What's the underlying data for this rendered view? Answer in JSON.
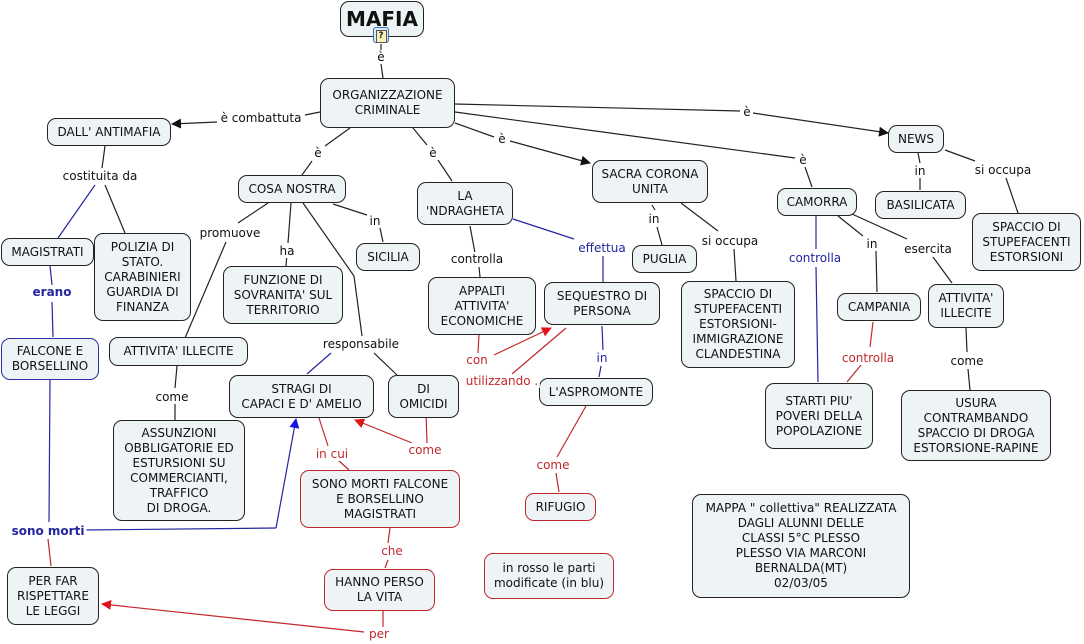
{
  "title": "MAFIA",
  "title_icon": "document-question-icon",
  "colors": {
    "node_fill": "#eef3f6",
    "black_link": "#222222",
    "red_link": "#c0282d",
    "blue_link": "#2326a0"
  },
  "nodes": {
    "mafia": "MAFIA",
    "organizzazione": "ORGANIZZAZIONE\nCRIMINALE",
    "antimafia": "DALL' ANTIMAFIA",
    "magistrati": "MAGISTRATI",
    "polizia": "POLIZIA DI\nSTATO.\nCARABINIERI\nGUARDIA DI\nFINANZA",
    "falcone": "FALCONE E\nBORSELLINO",
    "cosa_nostra": "COSA NOSTRA",
    "funzione": "FUNZIONE DI\nSOVRANITA' SUL\nTERRITORIO",
    "sicilia": "SICILIA",
    "attivita_illecite_cn": "ATTIVITA' ILLECITE",
    "assunzioni": "ASSUNZIONI\nOBBLIGATORIE ED\nESTURSIONI SU\nCOMMERCIANTI,\nTRAFFICO\nDI DROGA.",
    "stragi": "STRAGI DI\nCAPACI E D' AMELIO",
    "omicidi": "DI\nOMICIDI",
    "sono_morti_falcone": "SONO MORTI FALCONE\nE BORSELLINO\nMAGISTRATI",
    "hanno_perso": "HANNO PERSO\nLA VITA",
    "rispettare": "PER FAR\nRISPETTARE\nLE LEGGI",
    "ndrangheta": "LA\n'NDRAGHETA",
    "appalti": "APPALTI\nATTIVITA'\nECONOMICHE",
    "sequestro": "SEQUESTRO DI\nPERSONA",
    "aspromonte": "L'ASPROMONTE",
    "rifugio": "RIFUGIO",
    "sacra_corona": "SACRA CORONA\nUNITA",
    "puglia": "PUGLIA",
    "spaccio_scu": "SPACCIO DI\nSTUPEFACENTI\nESTORSIONI-\nIMMIGRAZIONE\nCLANDESTINA",
    "camorra": "CAMORRA",
    "campania": "CAMPANIA",
    "attivita_illecite_cam": "ATTIVITA'\nILLECITE",
    "starti": "STARTI PIU'\nPOVERI DELLA\nPOPOLAZIONE",
    "usura": "USURA\nCONTRAMBANDO\nSPACCIO DI DROGA\nESTORSIONE-RAPINE",
    "news": "NEWS",
    "basilicata": "BASILICATA",
    "spaccio_news": "SPACCIO DI\nSTUPEFACENTI\nESTORSIONI",
    "legend": "in rosso le  parti\nmodificate (in blu)",
    "credits": "MAPPA \" collettiva\" REALIZZATA\nDAGLI ALUNNI DELLE\nCLASSI 5°C PLESSO\nPLESSO VIA MARCONI\nBERNALDA(MT)\n02/03/05"
  },
  "links": {
    "e_org": "è",
    "combattuta": "è combattuta",
    "costituita": "costituita da",
    "erano": "erano",
    "sono_morti": "sono morti",
    "e_cosa": "è",
    "e_ndr": "è",
    "e_sacra": "è",
    "e_camorra": "è",
    "e_news": "è",
    "promuove": "promuove",
    "ha": "ha",
    "in_sicilia": "in",
    "responsabile": "responsabile",
    "come_attivita": "come",
    "in_cui": "in cui",
    "come_omicidi": "come",
    "che": "che",
    "per": "per",
    "controlla_ndr": "controlla",
    "effettua": "effettua",
    "con": "con",
    "utilizzando": "utilizzando .",
    "in_aspromonte": "in",
    "come_rifugio": "come",
    "in_puglia": "in",
    "si_occupa_scu": "si occupa",
    "controlla_camorra": "controlla",
    "in_campania": "in",
    "esercita": "esercita",
    "controlla_campania": "controlla",
    "come_usura": "come",
    "in_basilicata": "in",
    "si_occupa_news": "si occupa"
  }
}
